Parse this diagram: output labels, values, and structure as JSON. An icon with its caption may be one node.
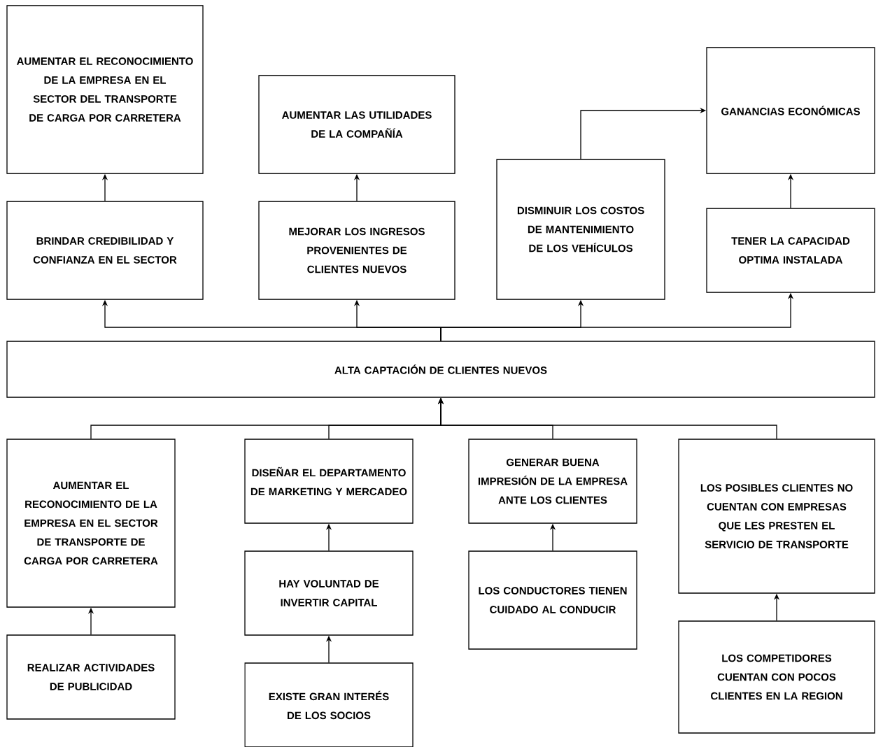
{
  "diagram": {
    "nodes": [
      {
        "text": [
          "AUMENTAR EL RECONOCIMIENTO DE LA EMPRESA EN EL SECTOR DEL TRANSPORTE DE CARGA POR CARRETERA"
        ]
      },
      {
        "text": [
          "AUMENTAR LAS UTILIDADES DE LA COMPAÑÍA"
        ]
      },
      {
        "text": [
          "GANANCIAS ECONÓMICAS"
        ]
      },
      {
        "text": [
          "BRINDAR CREDIBILIDAD Y CONFIANZA EN EL SECTOR"
        ]
      },
      {
        "text": [
          "MEJORAR LOS INGRESOS PROVENIENTES DE CLIENTES NUEVOS"
        ]
      },
      {
        "text": [
          "DISMINUIR LOS COSTOS DE MANTENIMIENTO DE LOS VEHÍCULOS"
        ]
      },
      {
        "text": [
          "TENER LA CAPACIDAD OPTIMA INSTALADA"
        ]
      },
      {
        "text": [
          "ALTA CAPTACIÓN DE CLIENTES NUEVOS"
        ]
      },
      {
        "text": [
          "AUMENTAR EL RECONOCIMIENTO DE LA EMPRESA EN EL SECTOR DE TRANSPORTE DE CARGA POR CARRETERA"
        ]
      },
      {
        "text": [
          "DISEÑAR EL DEPARTAMENTO DE MARKETING Y MERCADEO"
        ]
      },
      {
        "text": [
          "GENERAR BUENA IMPRESIÓN DE LA EMPRESA ANTE LOS CLIENTES"
        ]
      },
      {
        "text": [
          "LOS POSIBLES CLIENTES NO CUENTAN CON EMPRESAS QUE LES PRESTEN EL SERVICIO DE TRANSPORTE"
        ]
      },
      {
        "text": [
          "REALIZAR ACTIVIDADES DE PUBLICIDAD"
        ]
      },
      {
        "text": [
          "HAY VOLUNTAD DE INVERTIR CAPITAL"
        ]
      },
      {
        "text": [
          "LOS CONDUCTORES TIENEN CUIDADO AL CONDUCIR"
        ]
      },
      {
        "text": [
          "LOS COMPETIDORES CUENTAN CON POCOS CLIENTES EN LA REGION"
        ]
      },
      {
        "text": [
          "EXISTE GRAN INTERÉS DE LOS SOCIOS"
        ]
      }
    ],
    "edges": [
      {
        "from": 3,
        "to": 0,
        "arrow": "to"
      },
      {
        "from": 4,
        "to": 1,
        "arrow": "to"
      },
      {
        "from": 5,
        "to": 2,
        "arrow": "to"
      },
      {
        "from": 6,
        "to": 2,
        "arrow": "to"
      },
      {
        "from": 7,
        "to": 3,
        "arrow": "to"
      },
      {
        "from": 7,
        "to": 4,
        "arrow": "to"
      },
      {
        "from": 7,
        "to": 5,
        "arrow": "to"
      },
      {
        "from": 7,
        "to": 6,
        "arrow": "to"
      },
      {
        "from": 8,
        "to": 7,
        "arrow": "to"
      },
      {
        "from": 9,
        "to": 7,
        "arrow": "to"
      },
      {
        "from": 10,
        "to": 7,
        "arrow": "to"
      },
      {
        "from": 11,
        "to": 7,
        "arrow": "to"
      },
      {
        "from": 12,
        "to": 8,
        "arrow": "to"
      },
      {
        "from": 13,
        "to": 9,
        "arrow": "to"
      },
      {
        "from": 16,
        "to": 13,
        "arrow": "to"
      },
      {
        "from": 14,
        "to": 10,
        "arrow": "to"
      },
      {
        "from": 15,
        "to": 11,
        "arrow": "to"
      }
    ]
  }
}
